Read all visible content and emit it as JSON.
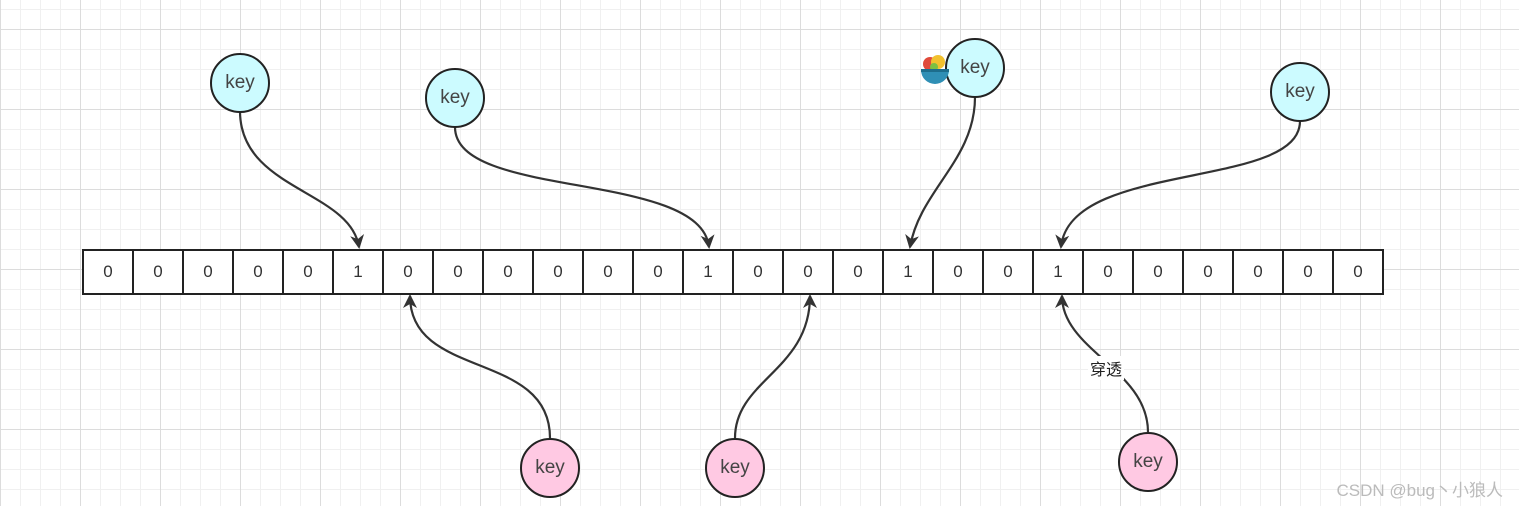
{
  "bit_array": {
    "cells": [
      "0",
      "0",
      "0",
      "0",
      "0",
      "1",
      "0",
      "0",
      "0",
      "0",
      "0",
      "0",
      "1",
      "0",
      "0",
      "0",
      "1",
      "0",
      "0",
      "1",
      "0",
      "0",
      "0",
      "0",
      "0",
      "0"
    ]
  },
  "top_keys": [
    {
      "label": "key",
      "target_cell": 5
    },
    {
      "label": "key",
      "target_cell": 12
    },
    {
      "label": "key",
      "target_cell": 16
    },
    {
      "label": "key",
      "target_cell": 19
    }
  ],
  "bottom_keys": [
    {
      "label": "key",
      "target_cell": 6
    },
    {
      "label": "key",
      "target_cell": 14
    },
    {
      "label": "key",
      "target_cell": 19,
      "edge_label": "穿透"
    }
  ],
  "decorations": {
    "emoji_icon": "food-bowl-icon"
  },
  "watermark": "CSDN @bug丶小狼人"
}
